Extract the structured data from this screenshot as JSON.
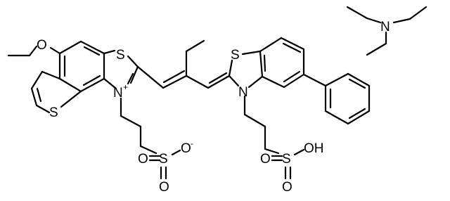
{
  "atoms": {
    "o_methoxy": "O",
    "s_thiazole_1": "S",
    "s_thiophene": "S",
    "n_thiazolium": "N",
    "n_plus": "+",
    "s_thiazole_2": "S",
    "n_thiazoline": "N",
    "n_amine": "N",
    "s_sulfonate_1": "S",
    "o_sulfonate_1_left": "O",
    "o_sulfonate_1_right": "O",
    "o_sulfonate_1_bottom": "O",
    "o_minus": "-",
    "s_sulfonate_2": "S",
    "o_sulfonate_2_left": "O",
    "o_sulfonate_2_bottom": "O",
    "oh_group": "OH"
  }
}
